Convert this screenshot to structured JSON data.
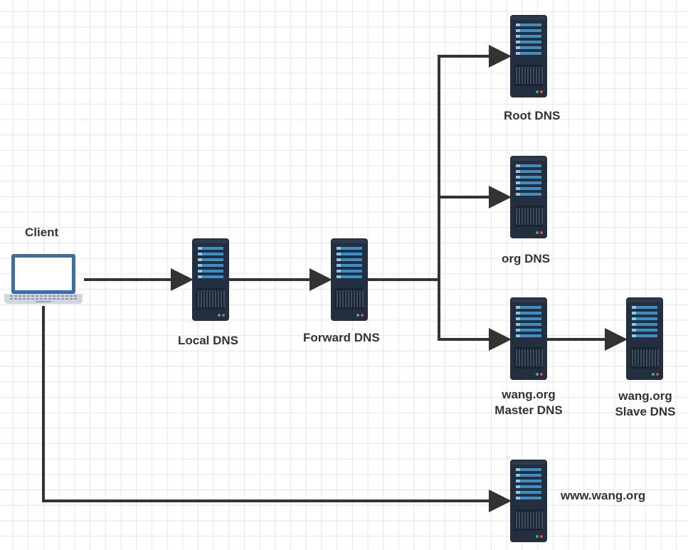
{
  "colors": {
    "arrow": "#333333",
    "server_body": "#232f3e",
    "server_panel": "#1a2431",
    "server_stripe": "#3b8fc4",
    "led_green": "#3cb371",
    "led_red": "#e04b4b",
    "laptop_frame": "#3a6ea5",
    "laptop_screen": "#ffffff",
    "laptop_base": "#cfd6de",
    "grid": "#e6e6e6"
  },
  "nodes": {
    "client": {
      "label": "Client",
      "icon": "laptop-icon"
    },
    "local_dns": {
      "label": "Local DNS",
      "icon": "server-icon"
    },
    "forward_dns": {
      "label": "Forward DNS",
      "icon": "server-icon"
    },
    "root_dns": {
      "label": "Root DNS",
      "icon": "server-icon"
    },
    "org_dns": {
      "label": "org DNS",
      "icon": "server-icon"
    },
    "master_dns": {
      "label_line1": "wang.org",
      "label_line2": "Master DNS",
      "icon": "server-icon"
    },
    "slave_dns": {
      "label_line1": "wang.org",
      "label_line2": "Slave DNS",
      "icon": "server-icon"
    },
    "www": {
      "label": "www.wang.org",
      "icon": "server-icon"
    }
  },
  "edges": [
    {
      "from": "client",
      "to": "local_dns"
    },
    {
      "from": "local_dns",
      "to": "forward_dns"
    },
    {
      "from": "forward_dns",
      "to": "root_dns"
    },
    {
      "from": "forward_dns",
      "to": "org_dns"
    },
    {
      "from": "forward_dns",
      "to": "master_dns"
    },
    {
      "from": "master_dns",
      "to": "slave_dns"
    },
    {
      "from": "client",
      "to": "www"
    }
  ]
}
